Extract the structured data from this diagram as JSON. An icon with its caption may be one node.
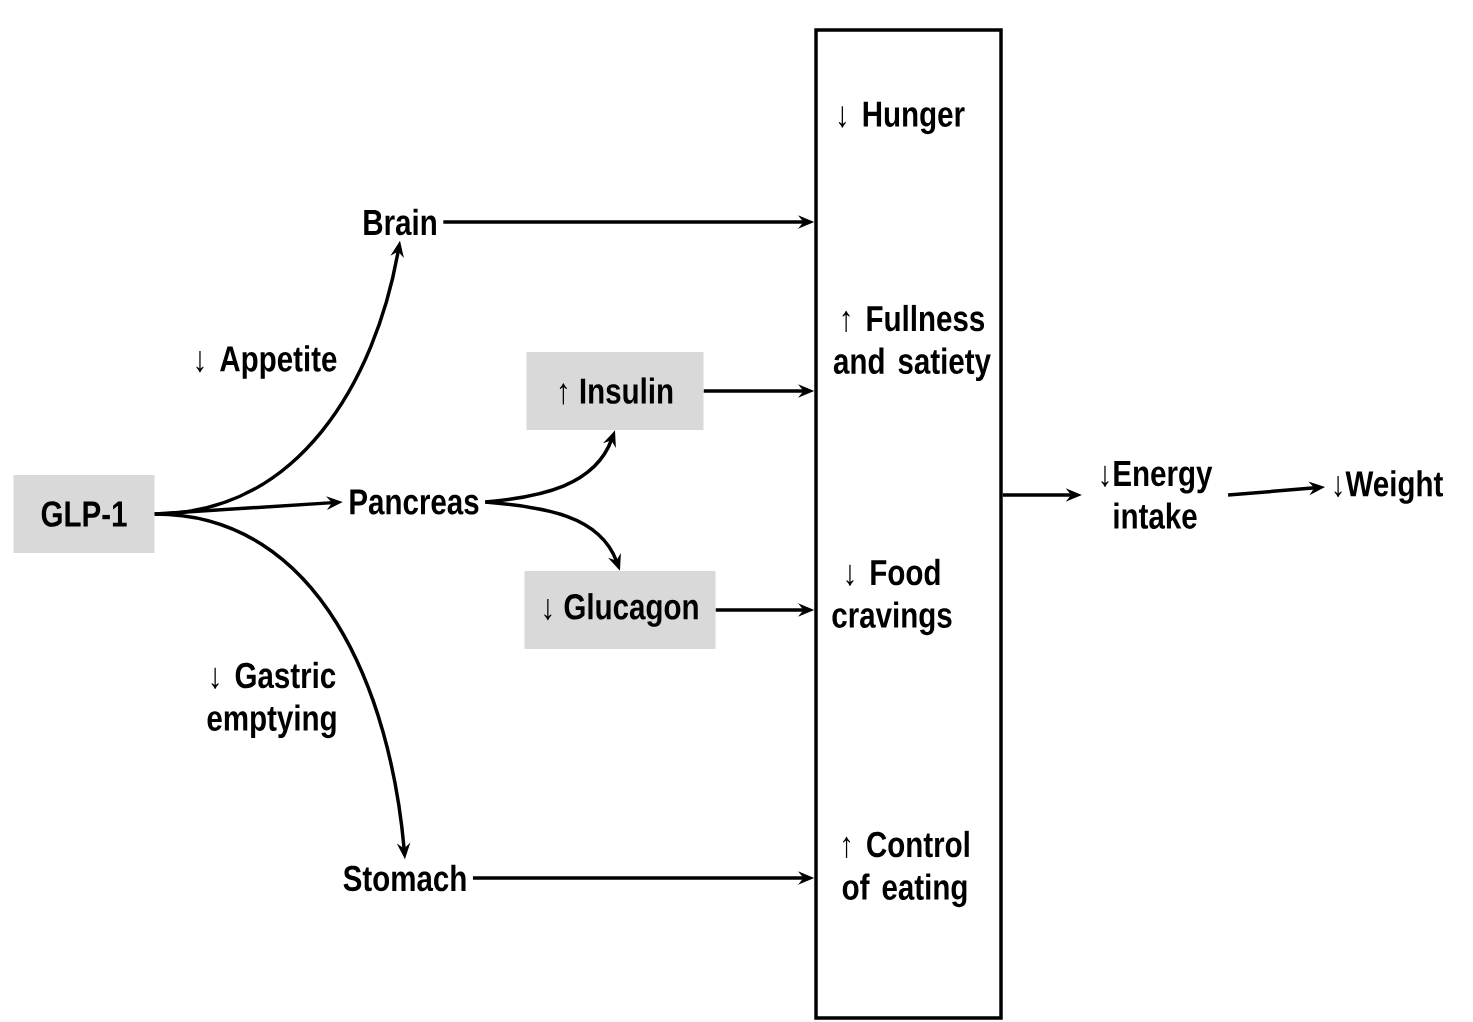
{
  "diagram": {
    "nodes": [
      {
        "text": [
          "GLP-1"
        ]
      },
      {
        "text": [
          "Brain"
        ]
      },
      {
        "text": [
          "Pancreas"
        ]
      },
      {
        "text": [
          "Stomach"
        ]
      },
      {
        "text": [
          "↑ Insulin"
        ]
      },
      {
        "text": [
          "↓ Glucagon"
        ]
      },
      {
        "text": [
          "↓ Hunger",
          "↑ Fullness and satiety",
          "↓ Food cravings",
          "↑ Control of eating"
        ]
      },
      {
        "text": [
          "↓Energy intake"
        ]
      },
      {
        "text": [
          "↓Weight"
        ]
      }
    ],
    "edges": [
      {
        "from": 0,
        "to": 1,
        "arrow": "to",
        "label": "↓ Appetite"
      },
      {
        "from": 0,
        "to": 2,
        "arrow": "to"
      },
      {
        "from": 0,
        "to": 3,
        "arrow": "to",
        "label": "↓ Gastric emptying"
      },
      {
        "from": 2,
        "to": 4,
        "arrow": "to"
      },
      {
        "from": 2,
        "to": 5,
        "arrow": "to"
      },
      {
        "from": 1,
        "to": 6,
        "arrow": "to"
      },
      {
        "from": 4,
        "to": 6,
        "arrow": "to"
      },
      {
        "from": 5,
        "to": 6,
        "arrow": "to"
      },
      {
        "from": 3,
        "to": 6,
        "arrow": "to"
      },
      {
        "from": 6,
        "to": 7,
        "arrow": "to"
      },
      {
        "from": 7,
        "to": 8,
        "arrow": "to"
      }
    ]
  }
}
